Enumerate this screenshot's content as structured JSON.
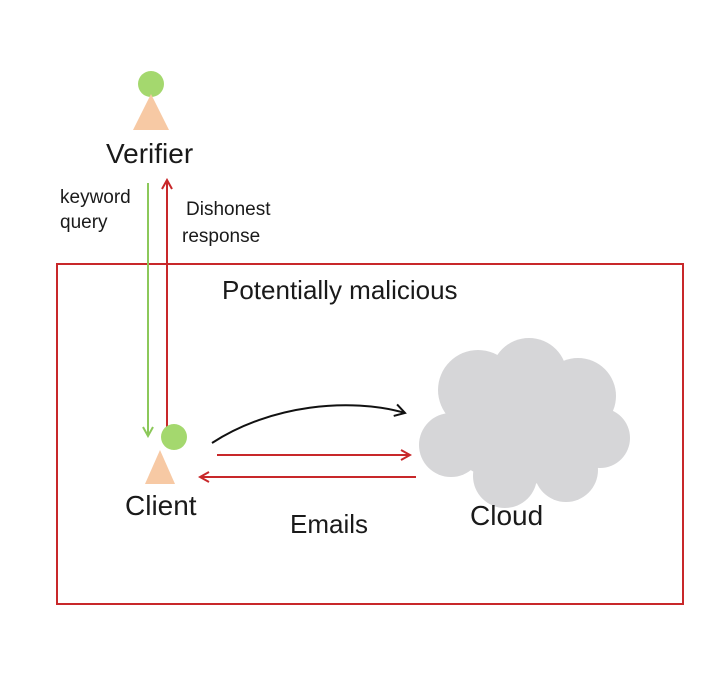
{
  "colors": {
    "red": "#c8282a",
    "green": "#8cc85a",
    "black": "#111111",
    "actor_head": "#a4d86e",
    "actor_body": "#f7c9a4",
    "cloud": "#d6d6d8"
  },
  "actors": {
    "verifier": {
      "label": "Verifier",
      "icon": "person-icon"
    },
    "client": {
      "label": "Client",
      "icon": "person-icon"
    }
  },
  "cloud": {
    "label": "Cloud",
    "icon": "cloud-icon"
  },
  "region": {
    "label": "Potentially malicious"
  },
  "edges": {
    "keyword_query": {
      "line1": "keyword",
      "line2": "query"
    },
    "dishonest_response": {
      "line1": "Dishonest",
      "line2": "response"
    },
    "emails": {
      "label": "Emails"
    }
  }
}
